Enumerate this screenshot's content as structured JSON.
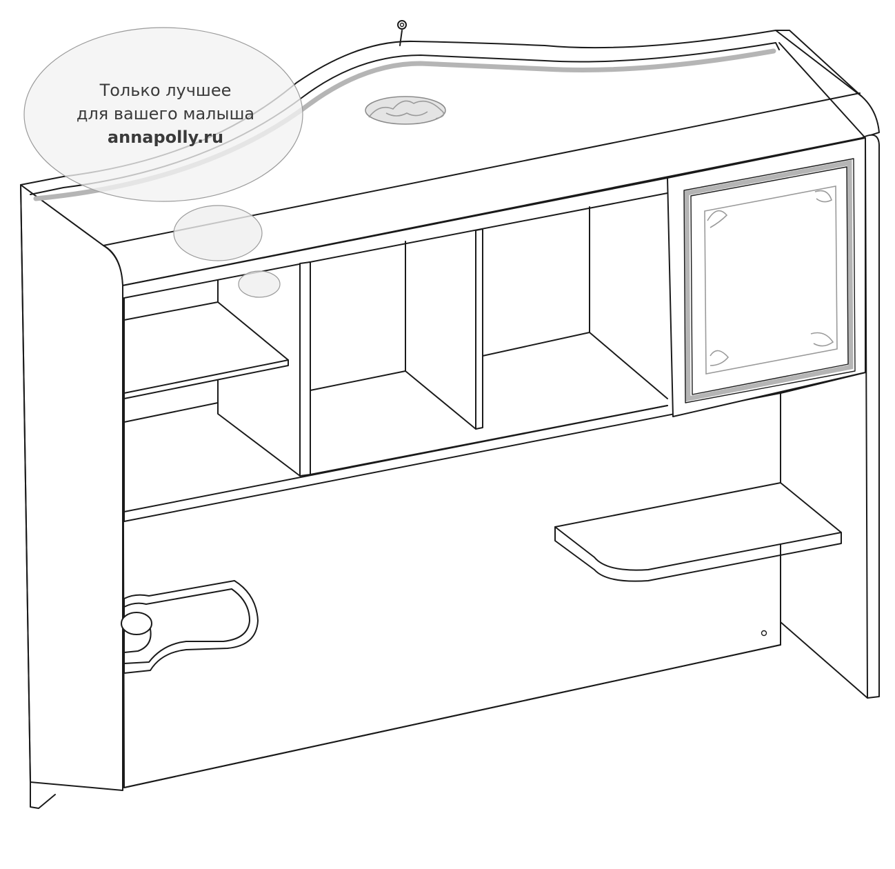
{
  "watermark": {
    "line1": "Только лучшее",
    "line2": "для вашего малыша",
    "site": "annapolly.ru"
  },
  "colors": {
    "outline": "#1a1a1a",
    "decor": "#9a9a9a",
    "watermark_bubble": "#d8d8d8"
  }
}
